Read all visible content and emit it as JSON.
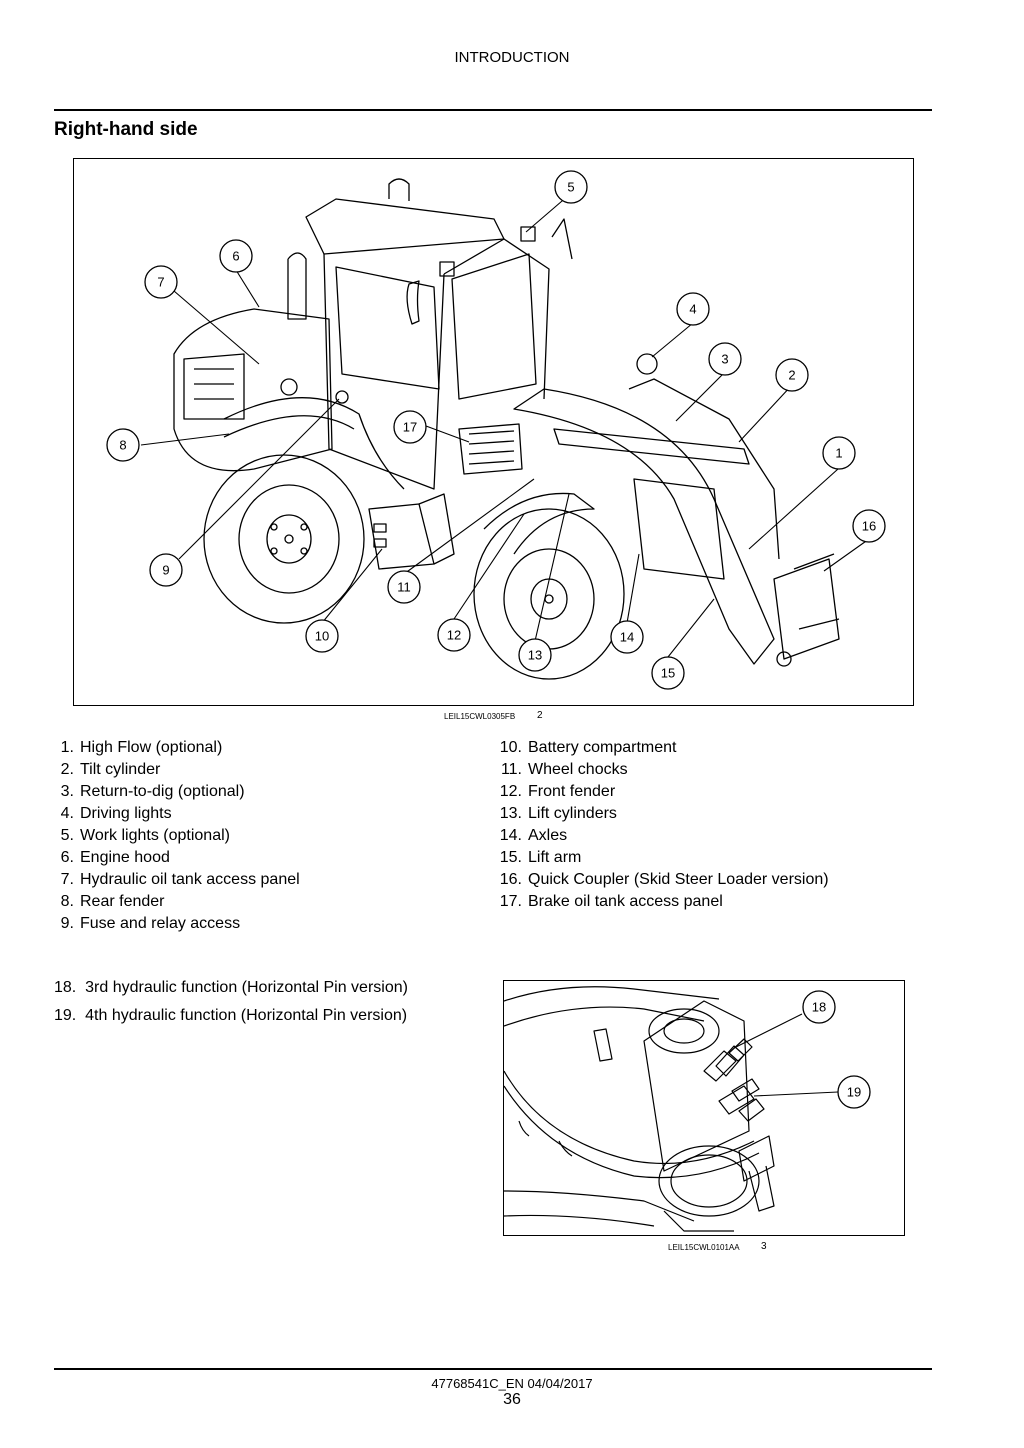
{
  "header": {
    "title": "INTRODUCTION"
  },
  "section": {
    "title": "Right-hand side"
  },
  "figure2": {
    "code": "LEIL15CWL0305FB",
    "number": "2",
    "callouts": [
      "1",
      "2",
      "3",
      "4",
      "5",
      "6",
      "7",
      "8",
      "9",
      "10",
      "11",
      "12",
      "13",
      "14",
      "15",
      "16",
      "17"
    ]
  },
  "legend": {
    "left": [
      {
        "num": "1.",
        "label": "High Flow (optional)"
      },
      {
        "num": "2.",
        "label": "Tilt cylinder"
      },
      {
        "num": "3.",
        "label": "Return-to-dig (optional)"
      },
      {
        "num": "4.",
        "label": "Driving lights"
      },
      {
        "num": "5.",
        "label": "Work lights (optional)"
      },
      {
        "num": "6.",
        "label": "Engine hood"
      },
      {
        "num": "7.",
        "label": "Hydraulic oil tank access panel"
      },
      {
        "num": "8.",
        "label": "Rear fender"
      },
      {
        "num": "9.",
        "label": "Fuse and relay access"
      }
    ],
    "right": [
      {
        "num": "10.",
        "label": "Battery compartment"
      },
      {
        "num": "11.",
        "label": "Wheel chocks"
      },
      {
        "num": "12.",
        "label": "Front fender"
      },
      {
        "num": "13.",
        "label": "Lift cylinders"
      },
      {
        "num": "14.",
        "label": "Axles"
      },
      {
        "num": "15.",
        "label": "Lift arm"
      },
      {
        "num": "16.",
        "label": "Quick Coupler (Skid Steer Loader version)"
      },
      {
        "num": "17.",
        "label": "Brake oil tank access panel"
      }
    ]
  },
  "extra_legend": [
    {
      "num": "18.",
      "label": "3rd hydraulic function (Horizontal Pin version)"
    },
    {
      "num": "19.",
      "label": "4th hydraulic function (Horizontal Pin version)"
    }
  ],
  "figure3": {
    "code": "LEIL15CWL0101AA",
    "number": "3",
    "callouts": [
      "18",
      "19"
    ]
  },
  "footer": {
    "doc_id": "47768541C_EN 04/04/2017",
    "page": "36"
  }
}
